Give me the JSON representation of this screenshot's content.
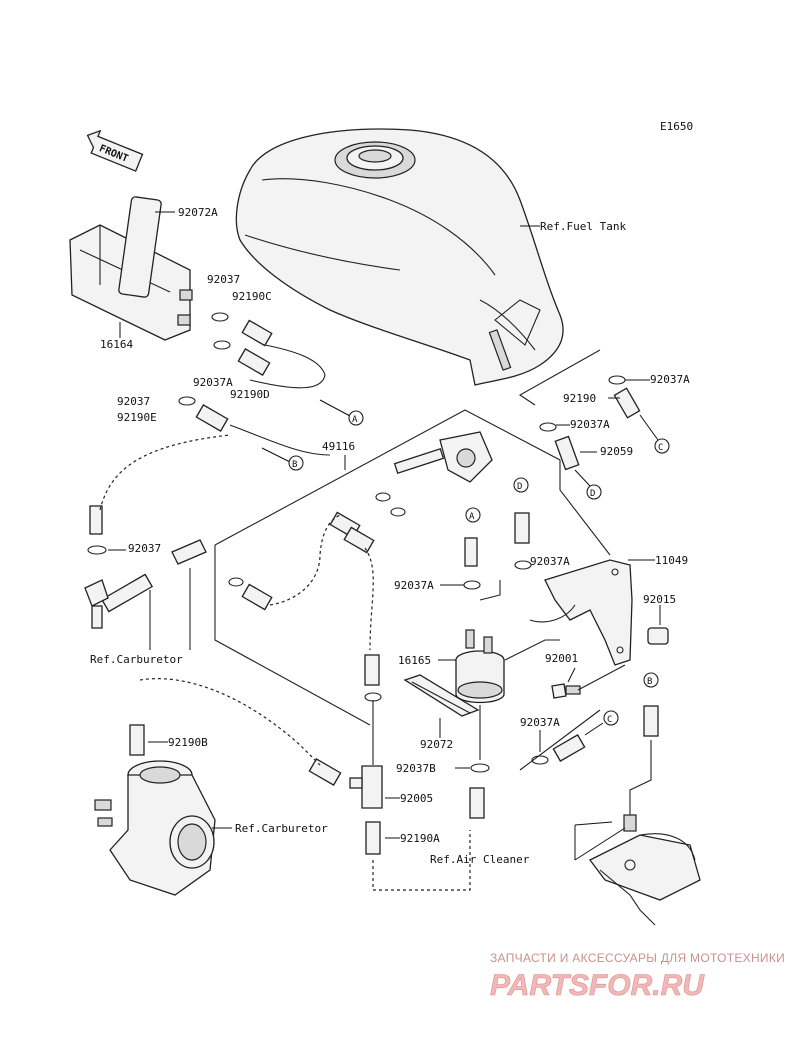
{
  "diagram": {
    "code": "E1650",
    "front_label": "FRONT",
    "refs": {
      "fuel_tank": "Ref.Fuel Tank",
      "carburetor_top": "Ref.Carburetor",
      "carburetor_bottom": "Ref.Carburetor",
      "air_cleaner": "Ref.Air Cleaner"
    },
    "parts": {
      "p92072A": "92072A",
      "p92037_a": "92037",
      "p92190C": "92190C",
      "p16164": "16164",
      "p92037A_a": "92037A",
      "p92190D": "92190D",
      "p92037_b": "92037",
      "p92190E": "92190E",
      "p49116": "49116",
      "p92037A_b": "92037A",
      "p92190": "92190",
      "p92037A_c": "92037A",
      "p92059": "92059",
      "p92037_c": "92037",
      "p92037A_d": "92037A",
      "p11049": "11049",
      "p92037A_e": "92037A",
      "p92015": "92015",
      "p16165": "16165",
      "p92001": "92001",
      "p92190B": "92190B",
      "p92072": "92072",
      "p92037A_f": "92037A",
      "p92037B": "92037B",
      "p92005": "92005",
      "p92190A": "92190A"
    },
    "markers": {
      "m_a1": "A",
      "m_a2": "A",
      "m_b1": "B",
      "m_b2": "B",
      "m_c1": "C",
      "m_c2": "C",
      "m_d1": "D",
      "m_d2": "D"
    }
  },
  "watermark": {
    "tagline": "ЗАПЧАСТИ И АКСЕССУАРЫ ДЛЯ МОТОТЕХНИКИ",
    "logo": "PARTSFOR.RU"
  }
}
